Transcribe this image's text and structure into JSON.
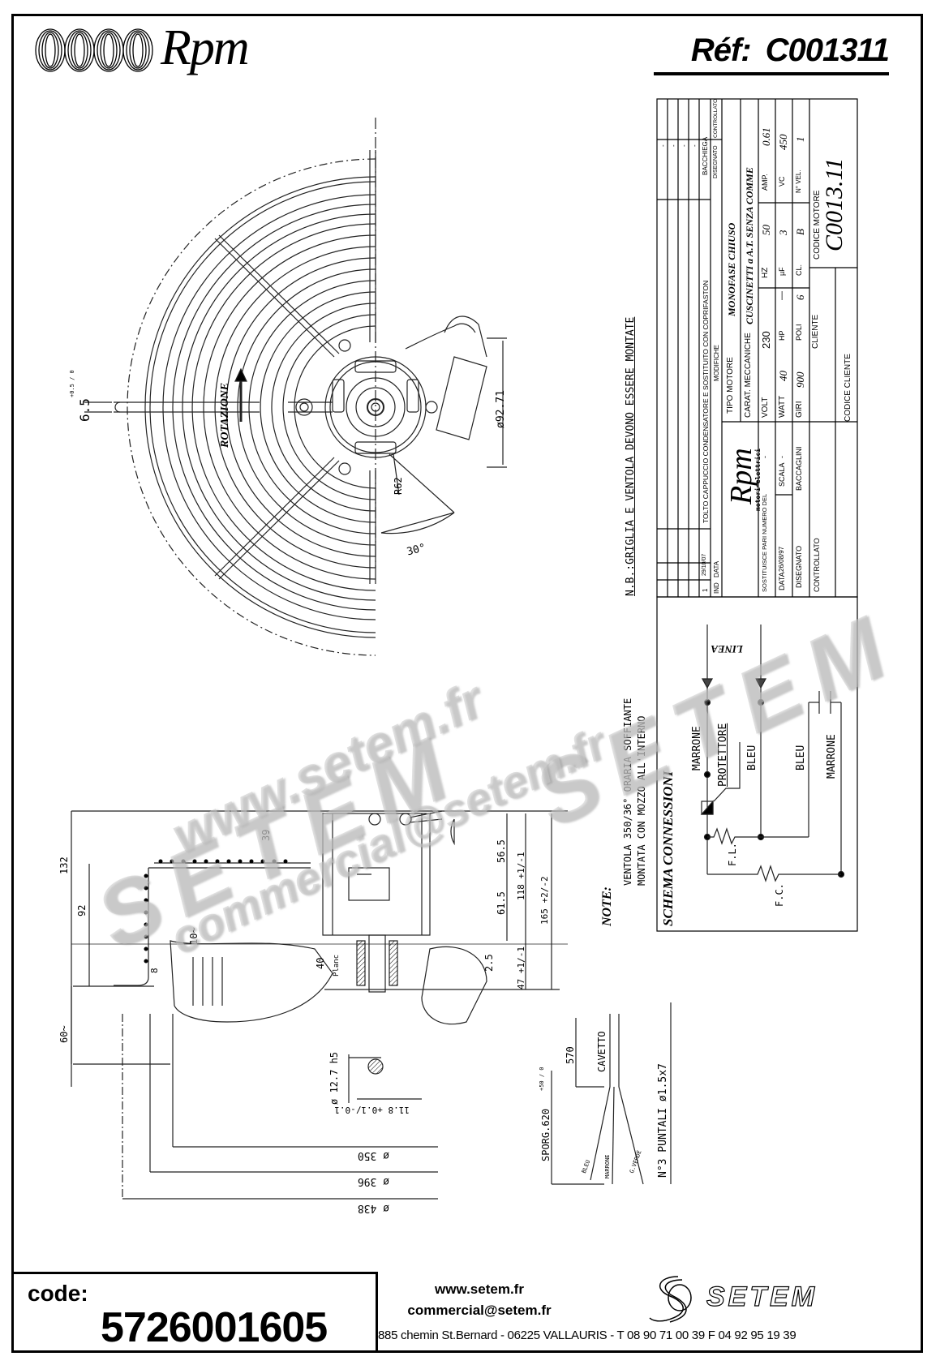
{
  "header": {
    "brand": "Rpm",
    "ref_label": "Réf:",
    "ref_value": "C001311"
  },
  "title_block": {
    "revisions": {
      "rows": [
        {
          "ind": "-",
          "data": "-",
          "modifiche": "-",
          "disegnato": "-"
        },
        {
          "ind": "-",
          "data": "-",
          "modifiche": "-",
          "disegnato": "-"
        },
        {
          "ind": "-",
          "data": "-",
          "modifiche": "-",
          "disegnato": "-"
        },
        {
          "ind": "-",
          "data": "-",
          "modifiche": "-",
          "disegnato": "-"
        },
        {
          "ind": "1",
          "data": "29/10/07",
          "modifiche": "TOLTO CAPPUCCIO CONDENSATORE E SOSTITUITO CON COPRIFASTON",
          "disegnato": "BACCHIEGA"
        }
      ],
      "headers": {
        "ind": "IND",
        "data": "DATA",
        "modifiche": "MODIFICHE",
        "disegnato": "DISEGNATO",
        "controllato": "CONTROLLATO"
      }
    },
    "company": {
      "name": "Rpm",
      "subtitle": "motori elettrici"
    },
    "tipo_motore_label": "TIPO MOTORE",
    "tipo_motore_value": "MONOFASE CHIUSO",
    "carat_label": "CARAT. MECCANICHE",
    "carat_value": "CUSCINETTI a A.T. SENZA COMME",
    "specs": [
      {
        "label": "VOLT",
        "value": "230"
      },
      {
        "label": "HZ",
        "value": "50"
      },
      {
        "label": "AMP.",
        "value": "0.61"
      },
      {
        "label": "WATT",
        "value": "40"
      },
      {
        "label": "HP",
        "value": "—"
      },
      {
        "label": "µF",
        "value": "3"
      },
      {
        "label": "VC",
        "value": "450"
      },
      {
        "label": "GIRI",
        "value": "900"
      },
      {
        "label": "POLI",
        "value": "6"
      },
      {
        "label": "CL.",
        "value": "B"
      },
      {
        "label": "N° VEL.",
        "value": "1"
      }
    ],
    "sostituisce_label": "SOSTITUISCE PARI NUMERO DEL",
    "sostituisce_value": "-",
    "data_label": "DATA",
    "data_value": "26/08/97",
    "scala_label": "SCALA",
    "scala_value": "-",
    "disegnato_label": "DISEGNATO",
    "disegnato_value": "BACCAGLINI",
    "controllato_label": "CONTROLLATO",
    "cliente_label": "CLIENTE",
    "codice_cliente_label": "CODICE CLIENTE",
    "codice_motore_label": "CODICE MOTORE",
    "codice_motore_value": "C0013.11"
  },
  "notes": {
    "nb": "N.B.:GRIGLIA E VENTOLA DEVONO ESSERE MONTATE",
    "note_title": "NOTE:",
    "note_line1": "VENTOLA 350/36° ORARIA SOFFIANTE",
    "note_line2": "MONTATA CON MOZZO ALL'INTERNO"
  },
  "wiring": {
    "title": "SCHEMA CONNESSIONI",
    "linea": "LINEA",
    "marrone_1": "MARRONE",
    "protettore": "PROTETTORE",
    "bleu_1": "BLEU",
    "bleu_2": "BLEU",
    "marrone_2": "MARRONE",
    "fl": "F.L.",
    "fc": "F.C."
  },
  "front_view": {
    "rotation_label": "ROTAZIONE",
    "slot_dim": "6.5",
    "slot_tol": "+0.5 / 0",
    "capacitor_dim": "ø92.71",
    "radius": "R62",
    "angle": "30°"
  },
  "side_view": {
    "dims": {
      "d132": "132",
      "d92": "92",
      "d39": "39",
      "d56_5": "56.5",
      "d61_5": "61.5",
      "d118": "118 +1/-1",
      "d165": "165 +2/-2",
      "d47": "47 +1/-1",
      "d2_5": "2.5",
      "d40": "40",
      "d10": "10~",
      "d8": "8",
      "d60": "60~",
      "planc": "Planc",
      "shaft": "ø 12.7 h5",
      "flat": "11.8 +0.1/-0.1",
      "dia350": "ø 350",
      "dia396": "ø 396",
      "dia438": "ø 438"
    }
  },
  "cable": {
    "sporg": "SPORG.620",
    "sporg_tol": "+50 / 0",
    "d570": "570",
    "cavetto": "CAVETTO",
    "wire1": "BLEU",
    "wire2": "MARRONE",
    "wire3": "G.VERDE",
    "puntali": "N°3 PUNTALI ø1.5x7"
  },
  "watermarks": [
    "www.setem.fr",
    "SETEM",
    "SETEM",
    "commercial@setem.fr"
  ],
  "footer": {
    "code_label": "code:",
    "code_value": "5726001605",
    "website": "www.setem.fr",
    "email": "commercial@setem.fr",
    "address": "885 chemin St.Bernard  -  06225 VALLAURIS  -  T 08 90 71 00 39   F 04 92 95 19 39",
    "brand": "SETEM"
  }
}
